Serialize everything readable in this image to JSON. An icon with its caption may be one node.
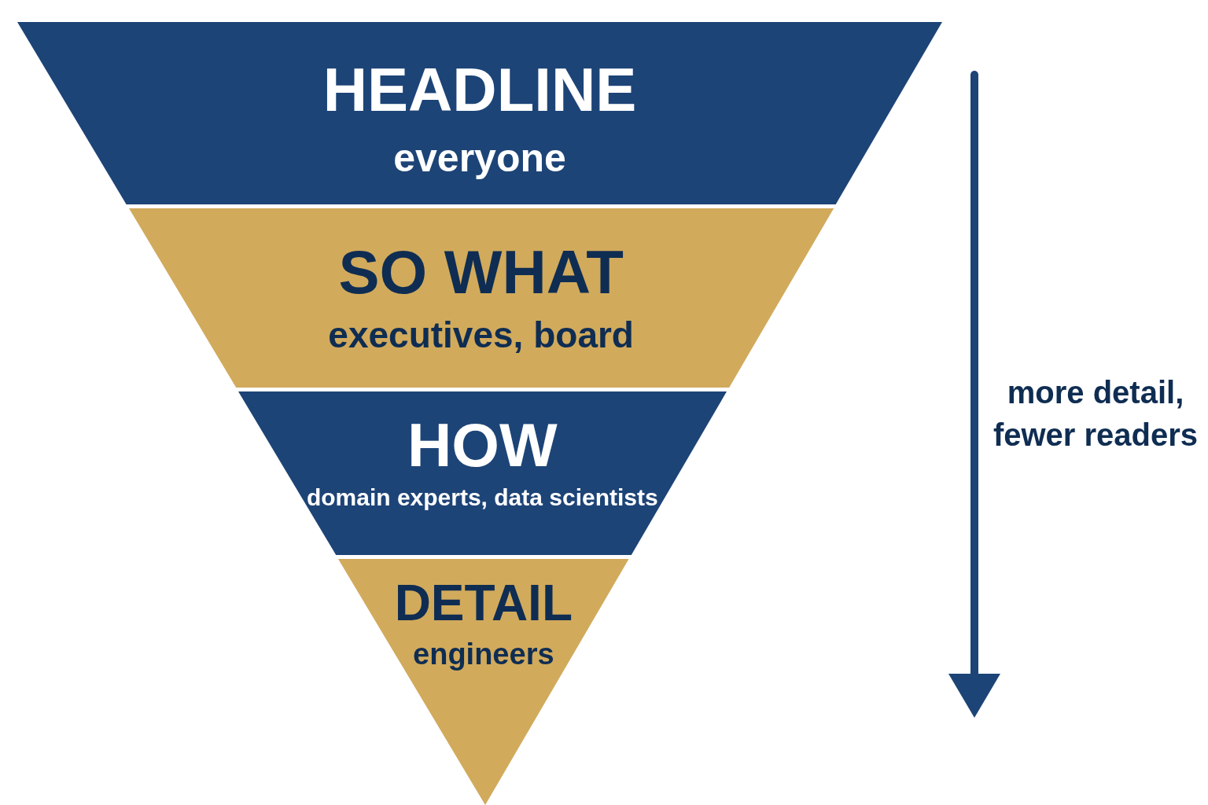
{
  "diagram": {
    "nodes": [
      {
        "text": [
          "HEADLINE",
          "everyone"
        ]
      },
      {
        "text": [
          "SO WHAT",
          "executives, board"
        ]
      },
      {
        "text": [
          "HOW",
          "domain experts, data scientists"
        ]
      },
      {
        "text": [
          "DETAIL",
          "engineers"
        ]
      }
    ],
    "labels": [
      "more detail, fewer readers"
    ]
  }
}
